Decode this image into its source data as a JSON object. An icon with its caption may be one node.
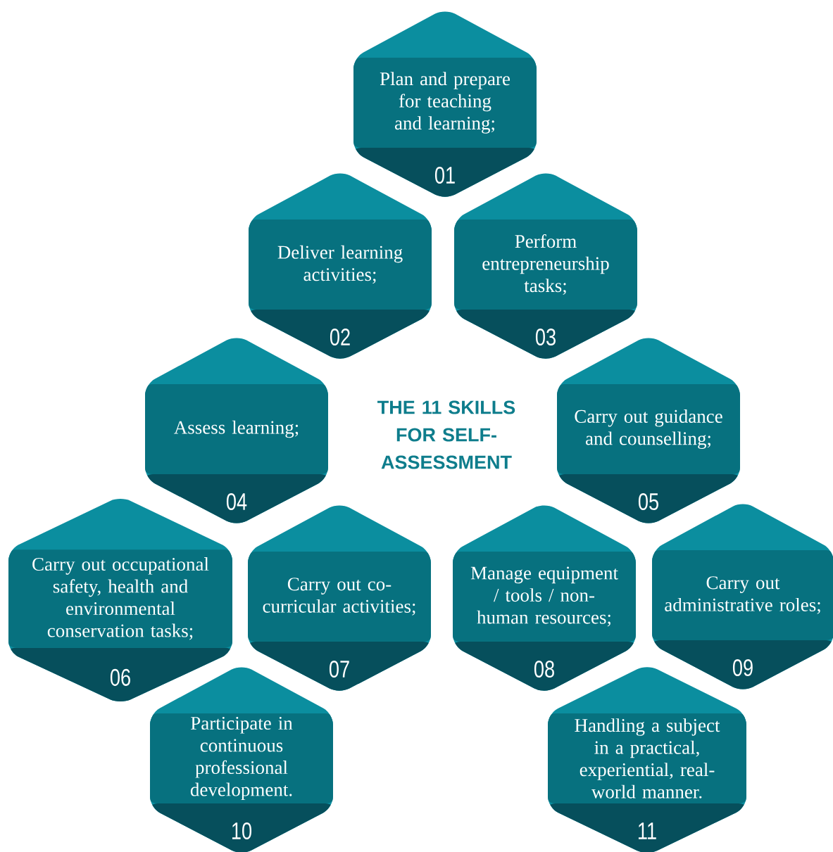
{
  "diagram": {
    "title": "THE 11 SKILLS FOR SELF-ASSESSMENT",
    "nodes": [
      {
        "text": [
          "Plan and prepare for teaching and learning;",
          "01"
        ]
      },
      {
        "text": [
          "Deliver learning activities;",
          "02"
        ]
      },
      {
        "text": [
          "Perform entrepreneurship tasks;",
          "03"
        ]
      },
      {
        "text": [
          "Assess learning;",
          "04"
        ]
      },
      {
        "text": [
          "Carry out guidance and counselling;",
          "05"
        ]
      },
      {
        "text": [
          "Carry out occupational safety, health and environmental conservation tasks;",
          "06"
        ]
      },
      {
        "text": [
          "Carry out co-curricular activities;",
          "07"
        ]
      },
      {
        "text": [
          "Manage equipment / tools / non-human resources;",
          "08"
        ]
      },
      {
        "text": [
          "Carry out administrative roles;",
          "09"
        ]
      },
      {
        "text": [
          "Participate in continuous professional development.",
          "10"
        ]
      },
      {
        "text": [
          "Handling a subject in a practical, experiential, real-world manner.",
          "11"
        ]
      }
    ]
  }
}
